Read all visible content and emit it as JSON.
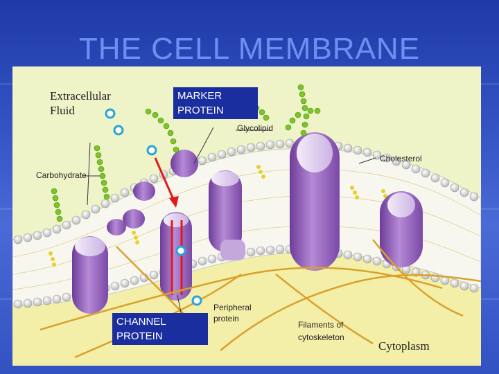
{
  "slide": {
    "title": "THE CELL MEMBRANE"
  },
  "diagram": {
    "labels": {
      "extracellular_fluid_line1": "Extracellular",
      "extracellular_fluid_line2": "Fluid",
      "glycolipid": "Glycolipid",
      "cholesterol": "Cholesterol",
      "carbohydrate": "Carbohydrate",
      "peripheral_protein_line1": "Peripheral",
      "peripheral_protein_line2": "protein",
      "filaments_line1": "Filaments of",
      "filaments_line2": "cytoskeleton",
      "cytoplasm": "Cytoplasm"
    },
    "callouts": {
      "marker_line1": "MARKER",
      "marker_line2": "PROTEIN",
      "channel_line1": "CHANNEL",
      "channel_line2": "PROTEIN"
    },
    "colors": {
      "background_fluid": "#eef4c8",
      "cytoplasm": "#f4efa8",
      "phospholipid_head": "#d8d8d8",
      "protein": "#9b67c4",
      "protein_light": "#e6d7f0",
      "carbohydrate_chain": "#7dc42a",
      "filament": "#d9a12c",
      "callout_box": "#1a2ea0",
      "arrow": "#e01a1a"
    },
    "icons": [
      "ion-marker-icon"
    ]
  }
}
